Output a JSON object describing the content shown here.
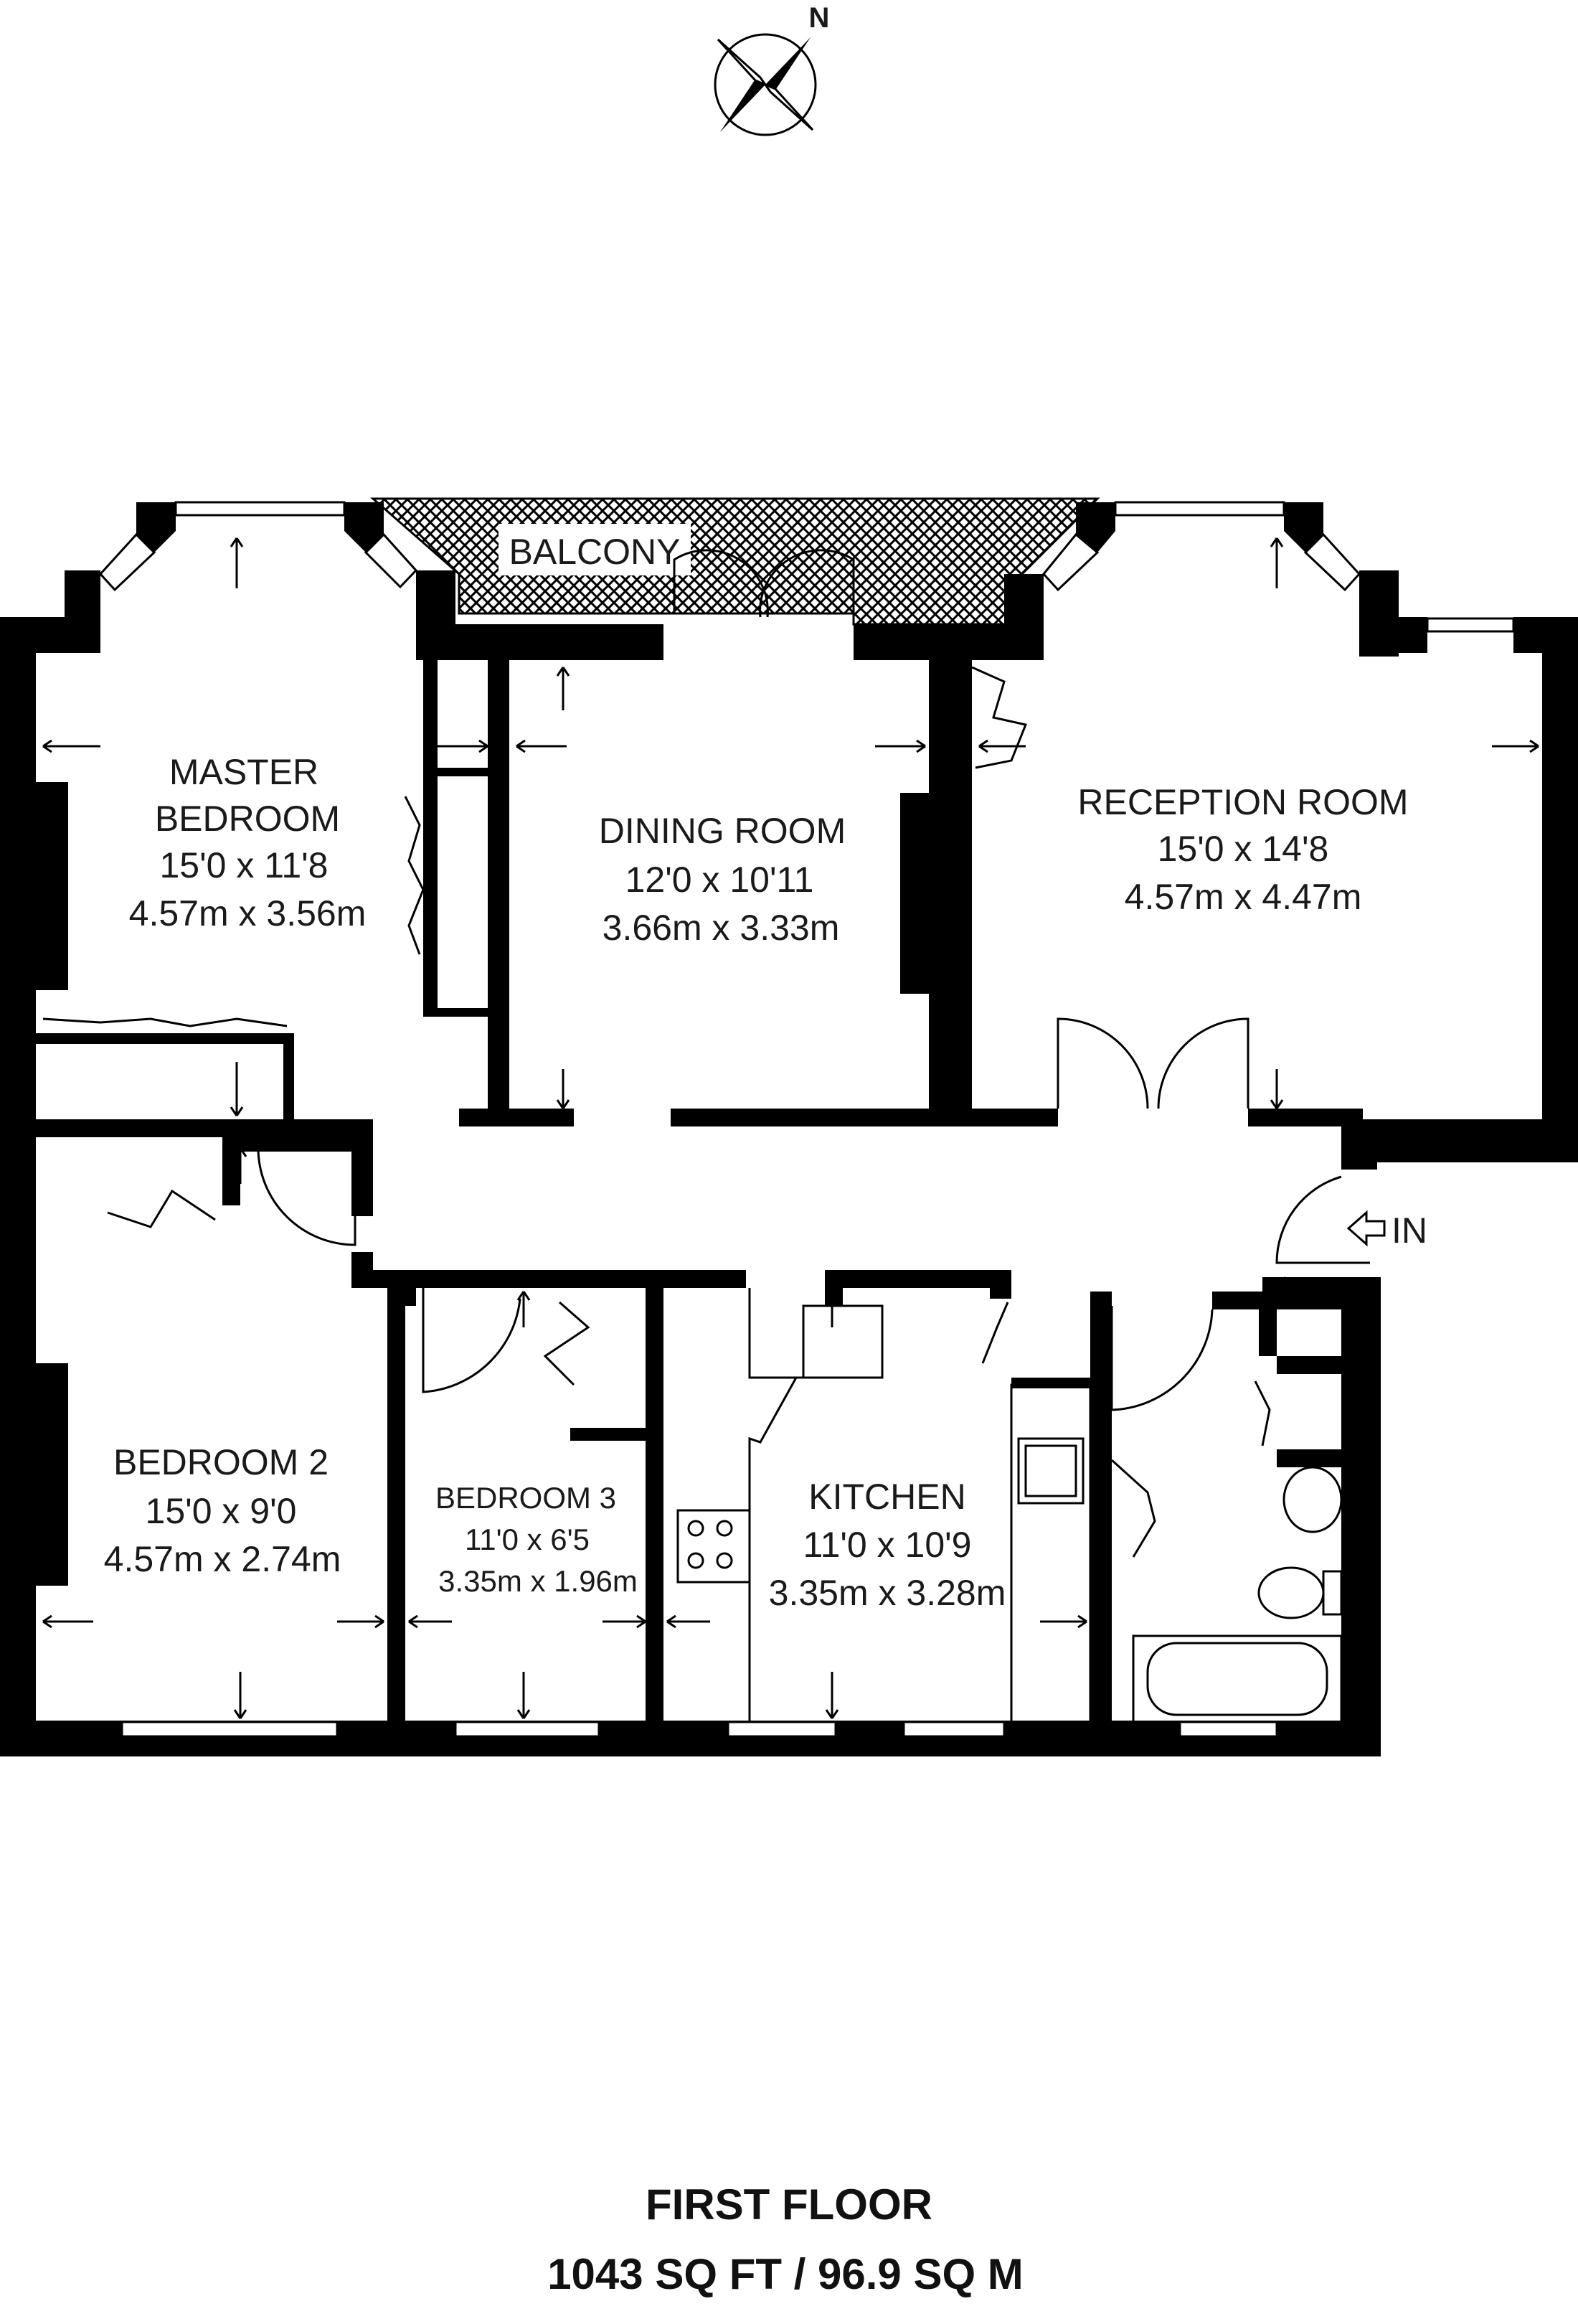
{
  "compass": {
    "label": "N"
  },
  "balcony": {
    "label": "BALCONY"
  },
  "rooms": {
    "master_bedroom": {
      "name_line1": "MASTER",
      "name_line2": "BEDROOM",
      "imperial": "15'0 x 11'8",
      "metric": "4.57m x 3.56m"
    },
    "dining_room": {
      "name": "DINING ROOM",
      "imperial": "12'0 x 10'11",
      "metric": "3.66m x 3.33m"
    },
    "reception_room": {
      "name": "RECEPTION ROOM",
      "imperial": "15'0 x 14'8",
      "metric": "4.57m x 4.47m"
    },
    "bedroom_2": {
      "name": "BEDROOM 2",
      "imperial": "15'0 x 9'0",
      "metric": "4.57m x 2.74m"
    },
    "bedroom_3": {
      "name": "BEDROOM 3",
      "imperial": "11'0 x 6'5",
      "metric": "3.35m x 1.96m"
    },
    "kitchen": {
      "name": "KITCHEN",
      "imperial": "11'0 x 10'9",
      "metric": "3.35m x 3.28m"
    }
  },
  "entrance": {
    "label": "IN"
  },
  "footer": {
    "floor": "FIRST FLOOR",
    "area": "1043 SQ FT / 96.9 SQ M"
  }
}
